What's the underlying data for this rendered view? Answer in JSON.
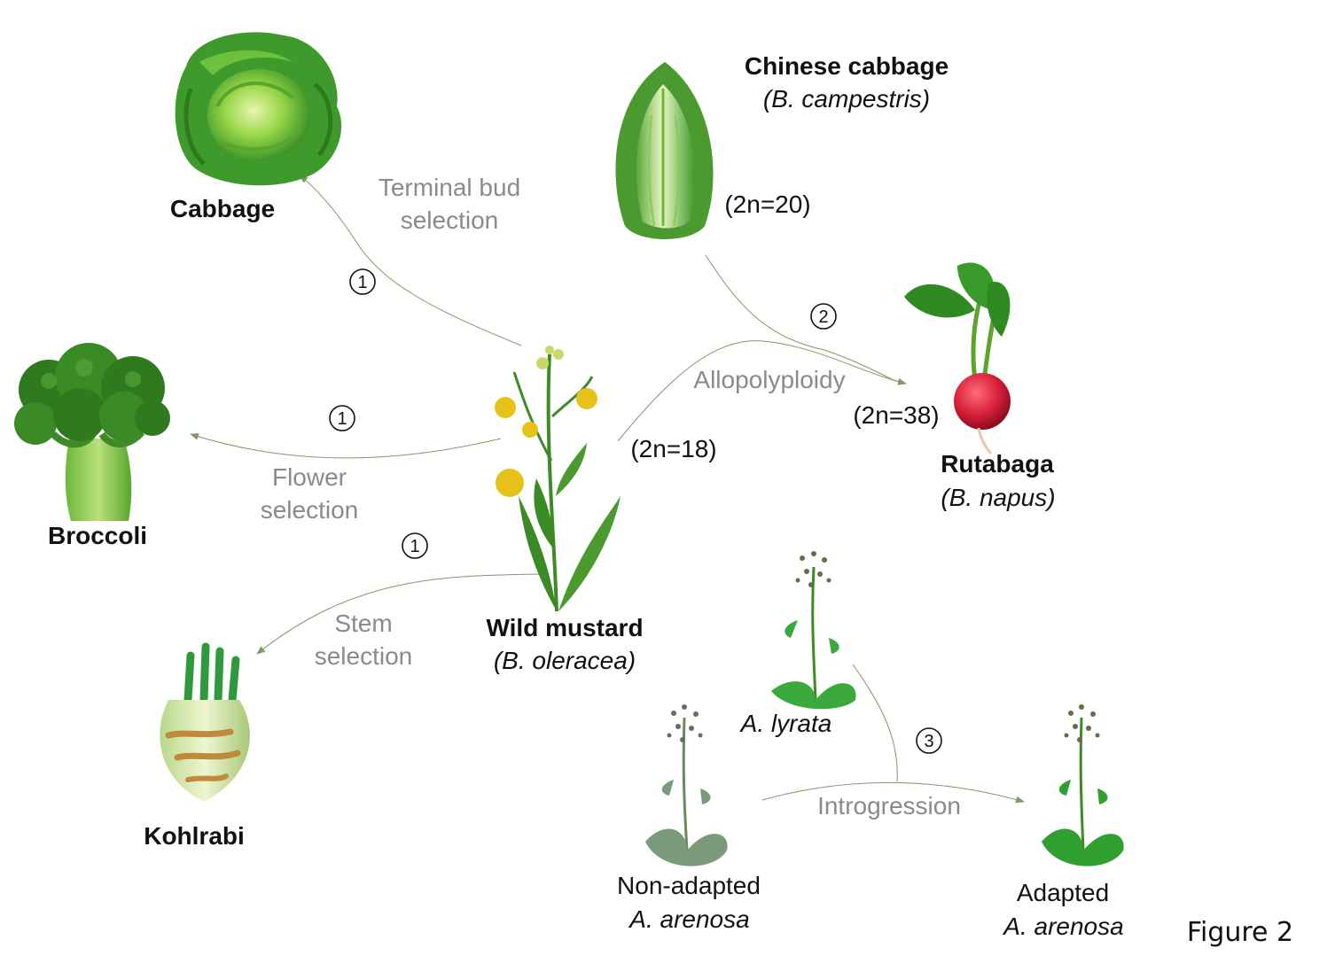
{
  "crops": {
    "cabbage": "Cabbage",
    "broccoli": "Broccoli",
    "kohlrabi": "Kohlrabi",
    "chinese_cabbage": {
      "name": "Chinese cabbage",
      "species": "(B. campestris)",
      "ploidy": "(2n=20)"
    },
    "rutabaga": {
      "name": "Rutabaga",
      "species": "(B. napus)",
      "ploidy": "(2n=38)"
    },
    "wild_mustard": {
      "name": "Wild mustard",
      "species": "(B. oleracea)",
      "ploidy": "(2n=18)"
    }
  },
  "processes": {
    "terminal_bud": [
      "Terminal bud",
      "selection"
    ],
    "flower": [
      "Flower",
      "selection"
    ],
    "stem": [
      "Stem",
      "selection"
    ],
    "allopolyploidy": "Allopolyploidy",
    "introgression": "Introgression"
  },
  "steps": {
    "one": "1",
    "two": "2",
    "three": "3"
  },
  "arabidopsis": {
    "lyrata": "A. lyrata",
    "non_adapted": {
      "name": "Non-adapted",
      "species": "A. arenosa"
    },
    "adapted": {
      "name": "Adapted",
      "species": "A. arenosa"
    }
  },
  "figure_label": "Figure 2",
  "colors": {
    "arrow": "#7f9a68",
    "process_text": "#8a8a8a",
    "plant_green": "#3f9a2c",
    "radish_red": "#d8203a",
    "mustard_yellow": "#e6c21a"
  }
}
